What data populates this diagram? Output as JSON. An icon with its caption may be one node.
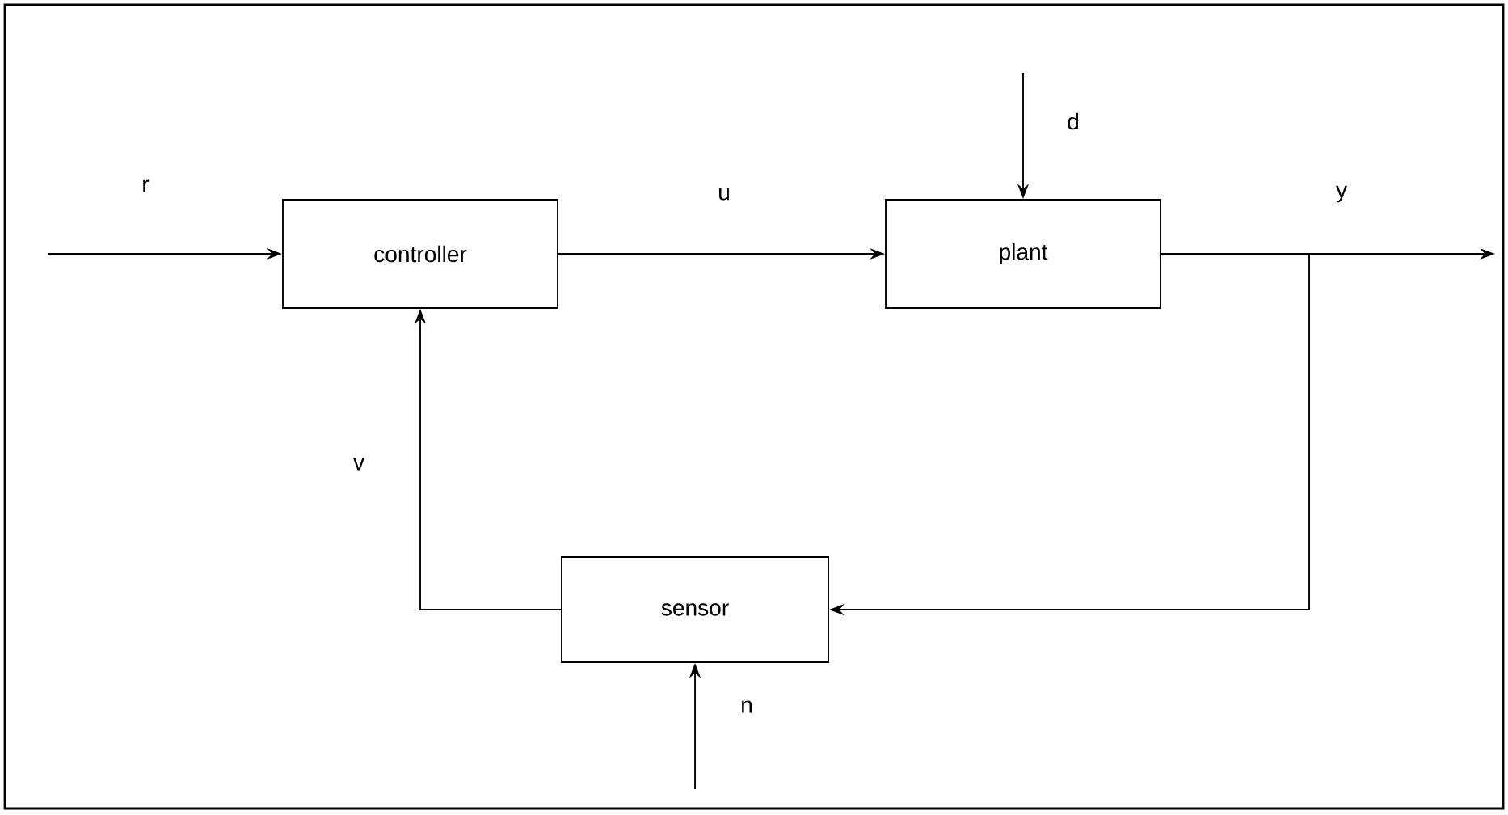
{
  "diagram": {
    "nodes": [
      {
        "text": [
          "controller"
        ]
      },
      {
        "text": [
          "plant"
        ]
      },
      {
        "text": [
          "sensor"
        ]
      }
    ],
    "edges": [
      {
        "from": null,
        "to": 0,
        "arrow": "to",
        "label": "r"
      },
      {
        "from": 0,
        "to": 1,
        "arrow": "to",
        "label": "u"
      },
      {
        "from": null,
        "to": 1,
        "arrow": "to",
        "label": "d"
      },
      {
        "from": 1,
        "to": null,
        "arrow": "to",
        "label": "y"
      },
      {
        "from": 1,
        "to": 2,
        "arrow": "to"
      },
      {
        "from": 2,
        "to": 0,
        "arrow": "to",
        "label": "v"
      },
      {
        "from": null,
        "to": 2,
        "arrow": "to",
        "label": "n"
      }
    ]
  }
}
